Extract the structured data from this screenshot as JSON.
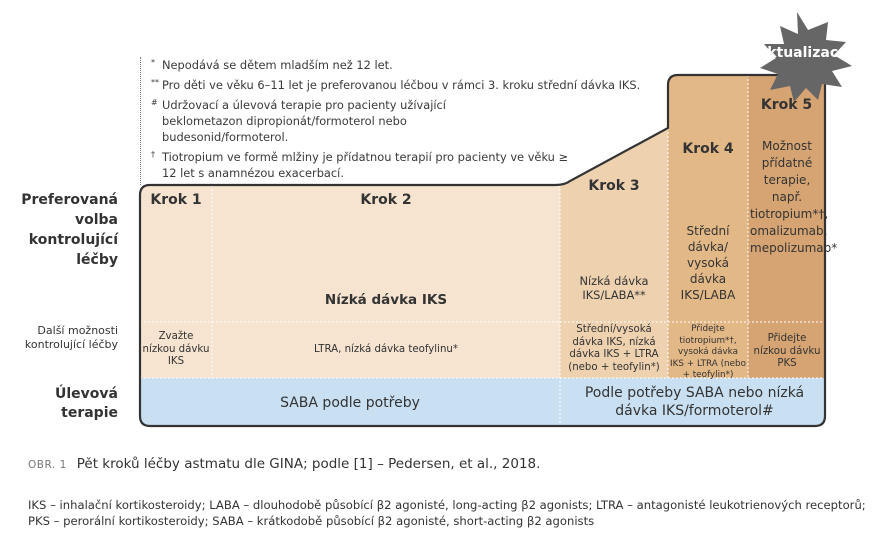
{
  "notes": [
    {
      "symbol": "*",
      "text": "Nepodává se dětem mladším než 12 let."
    },
    {
      "symbol": "**",
      "text": "Pro děti ve věku 6–11 let je preferovanou léčbou v rámci 3. kroku střední dávka IKS."
    },
    {
      "symbol": "#",
      "text": "Udržovací a úlevová terapie pro pacienty užívající beklometazon dipropionát/formoterol nebo budesonid/formoterol."
    },
    {
      "symbol": "†",
      "text": "Tiotropium ve formě mlžiny je přídatnou terapií pro pacienty ve věku ≥ 12 let s anamnézou exacerbací."
    }
  ],
  "badge": {
    "label": "Aktualizace"
  },
  "row_labels": {
    "preferred": "Preferovaná volba kontrolující léčby",
    "other": "Další možnosti kontrolující léčby",
    "reliever": "Úlevová terapie"
  },
  "steps": [
    {
      "title": "Krok 1",
      "preferred": "",
      "other": "Zvažte nízkou dávku IKS"
    },
    {
      "title": "Krok 2",
      "preferred": "Nízká dávka IKS",
      "other": "LTRA, nízká dávka teofylinu*"
    },
    {
      "title": "Krok 3",
      "preferred": "Nízká dávka IKS/LABA**",
      "other": "Střední/vysoká dávka IKS, nízká dávka IKS + LTRA (nebo + teofylin*)"
    },
    {
      "title": "Krok 4",
      "preferred": "Střední dávka/ vysoká dávka IKS/LABA",
      "other": "Přidejte tiotropium*†, vysoká dávka IKS + LTRA (nebo + teofylin*)"
    },
    {
      "title": "Krok 5",
      "preferred": "Možnost přídatné terapie, např. tiotropium*†, omalizumab, mepolizumab*",
      "other": "Přidejte nízkou dávku PKS"
    }
  ],
  "reliever": {
    "left": "SABA podle potřeby",
    "right": "Podle potřeby SABA nebo nízká dávka IKS/formoterol#"
  },
  "caption": {
    "label": "OBR. 1",
    "text": "Pět kroků léčby astmatu dle GINA; podle [1] – Pedersen, et al., 2018."
  },
  "abbreviations": [
    "IKS – inhalační kortikosteroidy; LABA – dlouhodobě působící β2 agonisté, long-acting β2 agonists; LTRA – antagonisté leukotrienových receptorů;",
    "PKS – perorální kortikosteroidy; SABA – krátkodobě působící β2 agonisté, short-acting β2 agonists"
  ],
  "colors": {
    "step12": "#f6e4d0",
    "step3": "#eed2b0",
    "step4": "#e3b887",
    "step5": "#d6a472",
    "reliever": "#c9e0f3",
    "badge": "#666666"
  }
}
